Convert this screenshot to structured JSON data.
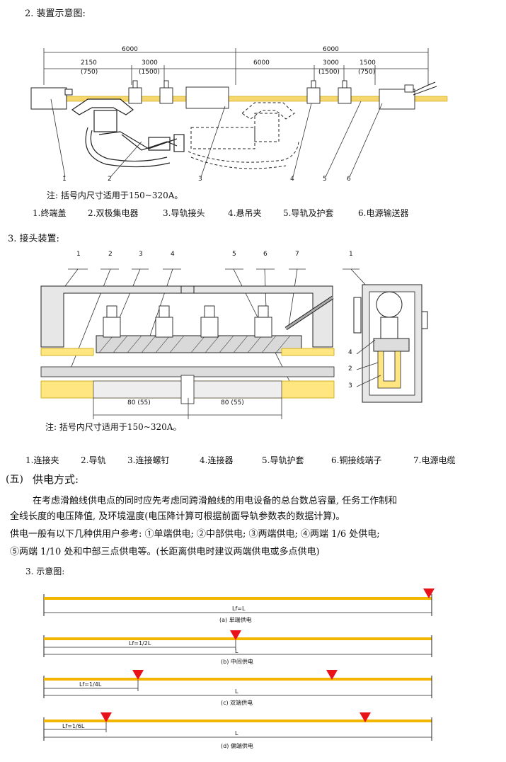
{
  "sec1": {
    "heading": "2. 装置示意图:",
    "dims_top": [
      "6000",
      "6000"
    ],
    "dims_mid": [
      "2150",
      "(750)",
      "3000",
      "(1500)",
      "6000",
      "3000",
      "(1500)",
      "1500",
      "(750)"
    ],
    "callouts": [
      "1",
      "2",
      "3",
      "4",
      "5",
      "6"
    ],
    "note": "注: 括号内尺寸适用于150~320A。",
    "legend": [
      "1.终端盖",
      "2.双极集电器",
      "3.导轨接头",
      "4.悬吊夹",
      "5.导轨及护套",
      "6.电源输送器"
    ]
  },
  "sec2": {
    "heading": "3. 接头装置:",
    "callouts_top": [
      "1",
      "2",
      "3",
      "4",
      "5",
      "6",
      "7",
      "1"
    ],
    "callouts_side": [
      "4",
      "2",
      "3"
    ],
    "dims": [
      "80 (55)",
      "80 (55)"
    ],
    "note": "注: 括号内尺寸适用于150~320A。",
    "legend": [
      "1.连接夹",
      "2.导轨",
      "3.连接螺钉",
      "4.连接器",
      "5.导轨护套",
      "6.铜接线端子",
      "7.电源电缆"
    ]
  },
  "sec3": {
    "title_num": "(五)",
    "title": "供电方式:",
    "para1_l1": "在考虑滑触线供电点的同时应先考虑同跨滑触线的用电设备的总台数总容量, 任务工作制和",
    "para1_l2": "全线长度的电压降值, 及环境温度(电压降计算可根据前面导轨参数表的数据计算)。",
    "para2_l1": "供电一般有以下几种供用户参考: ①单端供电; ②中部供电; ③两端供电; ④两端 1/6 处供电;",
    "para2_l2": "⑤两端 1/10 处和中部三点供电等。(长距离供电时建议两端供电或多点供电)",
    "diagram_heading": "3.   示意图:",
    "diagrams": [
      {
        "lf": "Lf=L",
        "caption": "(a) 单端供电"
      },
      {
        "lf": "Lf=1/2L",
        "l": "L",
        "caption": "(b) 中间供电"
      },
      {
        "lf": "Lf=1/4L",
        "l": "L",
        "caption": "(c) 双端供电"
      },
      {
        "lf": "Lf=1/6L",
        "l": "L",
        "caption": "(d) 偏端供电"
      }
    ]
  },
  "colors": {
    "rail": "#f2b600",
    "marker": "#e8121b",
    "line": "#222222"
  }
}
